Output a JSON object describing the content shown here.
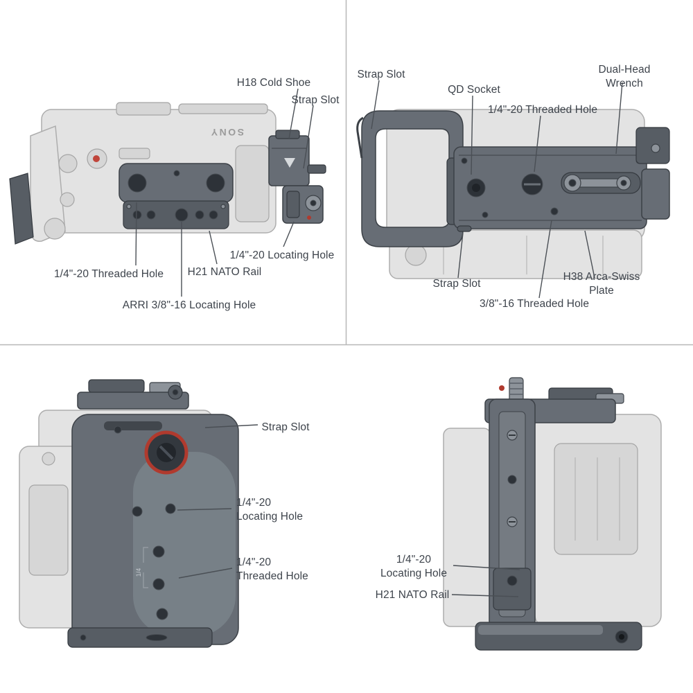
{
  "colors": {
    "label_text": "#3d434b",
    "callout_line": "#4a4f55",
    "cage_dark": "#676d75",
    "cage_darker": "#575d64",
    "metal": "#8d939a",
    "camera_ghost": "#e2e2e2",
    "accent_red": "#b03a2e",
    "divider": "#b8b8b8",
    "background": "#ffffff"
  },
  "quadrants": {
    "top_left": {
      "camera_brand": "SONY",
      "labels": {
        "cold_shoe": "H18 Cold Shoe",
        "strap_slot": "Strap Slot",
        "locating_hole": "1/4\"-20 Locating Hole",
        "threaded_hole": "1/4\"-20 Threaded Hole",
        "nato_rail": "H21 NATO Rail",
        "arri_locating_hole": "ARRI 3/8\"-16 Locating Hole"
      }
    },
    "top_right": {
      "labels": {
        "strap_slot_top": "Strap Slot",
        "qd_socket": "QD Socket",
        "dual_head_wrench": "Dual-Head Wrench",
        "threaded_hole_quarter": "1/4\"-20 Threaded Hole",
        "strap_slot_bottom": "Strap Slot",
        "arca_swiss_plate": "H38 Arca-Swiss Plate",
        "threaded_hole_38": "3/8\"-16 Threaded Hole"
      }
    },
    "bottom_left": {
      "engraving": "1/4",
      "labels": {
        "strap_slot": "Strap Slot",
        "locating_hole": "1/4\"-20\nLocating Hole",
        "threaded_hole": "1/4\"-20\nThreaded Hole"
      }
    },
    "bottom_right": {
      "labels": {
        "locating_hole": "1/4\"-20\nLocating Hole",
        "nato_rail": "H21 NATO Rail"
      }
    }
  }
}
